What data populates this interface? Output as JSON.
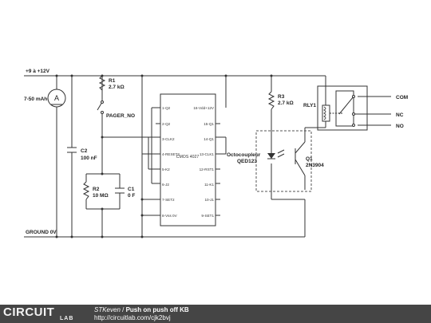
{
  "labels": {
    "supply": "+9 à +12V",
    "battery": "7-50 mAh",
    "ground": "GROUND 0V",
    "r1_name": "R1",
    "r1_value": "2.7 kΩ",
    "pager": "PAGER_NO",
    "c2_name": "C2",
    "c2_value": "100 nF",
    "r2_name": "R2",
    "r2_value": "10 MΩ",
    "c1_name": "C1",
    "c1_value": "0 F",
    "r3_name": "R3",
    "r3_value": "2.7 kΩ",
    "opto_name": "Octocoupleur",
    "opto_part": "QED123",
    "q1_name": "Q1",
    "q1_part": "2N3904",
    "rly_name": "RLY1",
    "com": "COM",
    "nc": "NC",
    "no": "NO",
    "chip": "CMOS 4027",
    "meter_symbol": "A"
  },
  "chip_pins": {
    "left": [
      "1-Q2",
      "2-Q2",
      "3-CLK2",
      "4-RESET2",
      "5-K2",
      "6-J2",
      "7-SET2",
      "8-Vss 0V"
    ],
    "right": [
      "16-Vdd+12V",
      "15-Q1",
      "14-Q1",
      "13-CLK1",
      "12-RST1",
      "11-K1",
      "10-J1",
      "9-SET1"
    ]
  },
  "footer": {
    "logo_main": "CIRCUIT",
    "logo_sub": "LAB",
    "author": "STKeven",
    "separator": " / ",
    "title": "Push on push off KB",
    "url": "http://circuitlab.com/cjk2bvj"
  }
}
